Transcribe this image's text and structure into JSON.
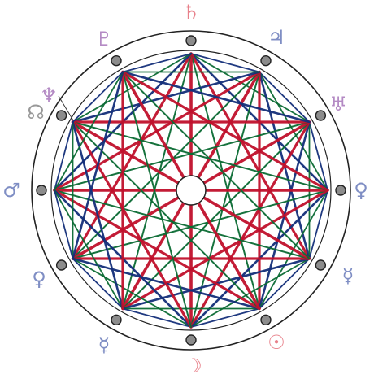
{
  "colors": {
    "background": "#ffffff",
    "ring": "#222222",
    "red": "#c0102c",
    "blue": "#142f7a",
    "green": "#0a6b33",
    "node_fill": "#8c8c8c",
    "glyph_purple": "#b48ac4",
    "glyph_blue": "#7f8ec4",
    "glyph_pink": "#e8808a",
    "glyph_gray": "#999999"
  },
  "planets": [
    {
      "name": "saturn",
      "glyph": "♄",
      "color": "#e8808a"
    },
    {
      "name": "jupiter",
      "glyph": "♃",
      "color": "#7f8ec4"
    },
    {
      "name": "uranus",
      "glyph": "♅",
      "color": "#b48ac4"
    },
    {
      "name": "venus-right",
      "glyph": "♀",
      "color": "#7f8ec4"
    },
    {
      "name": "mercury-right",
      "glyph": "☿",
      "color": "#7f8ec4"
    },
    {
      "name": "sun",
      "glyph": "☉",
      "color": "#e8808a"
    },
    {
      "name": "moon",
      "glyph": "☽",
      "color": "#e8808a"
    },
    {
      "name": "mercury-left",
      "glyph": "☿",
      "color": "#7f8ec4"
    },
    {
      "name": "venus-left",
      "glyph": "♀",
      "color": "#7f8ec4"
    },
    {
      "name": "mars",
      "glyph": "♂",
      "color": "#7f8ec4"
    },
    {
      "name": "node",
      "glyph": "☊",
      "color": "#999999"
    },
    {
      "name": "neptune",
      "glyph": "♆",
      "color": "#b48ac4"
    },
    {
      "name": "pluto",
      "glyph": "♇",
      "color": "#b48ac4"
    }
  ]
}
